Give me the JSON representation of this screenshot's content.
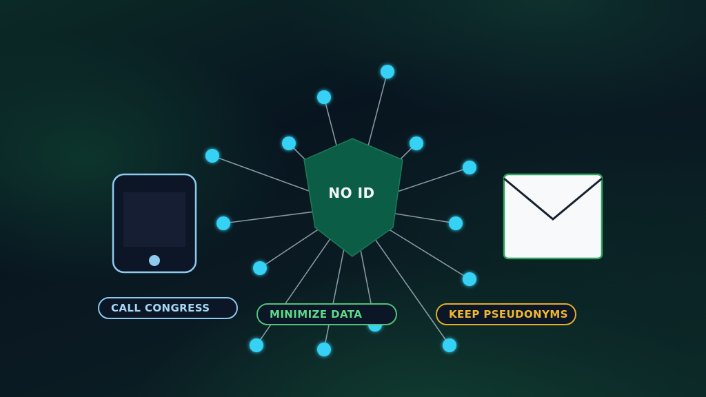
{
  "shield": {
    "label": "NO ID",
    "color": "#0b5e45"
  },
  "pills": {
    "call_congress": "CALL CONGRESS",
    "minimize_data": "MINIMIZE DATA",
    "keep_pseudonyms": "KEEP PSEUDONYMS"
  },
  "colors": {
    "node": "#35d2f5",
    "call_congress": "#a6d8f5",
    "minimize_data": "#5fd98a",
    "keep_pseudonyms": "#f0b830",
    "envelope_border": "#2fa35e"
  },
  "icons": {
    "phone": "phone-icon",
    "envelope": "envelope-icon"
  }
}
